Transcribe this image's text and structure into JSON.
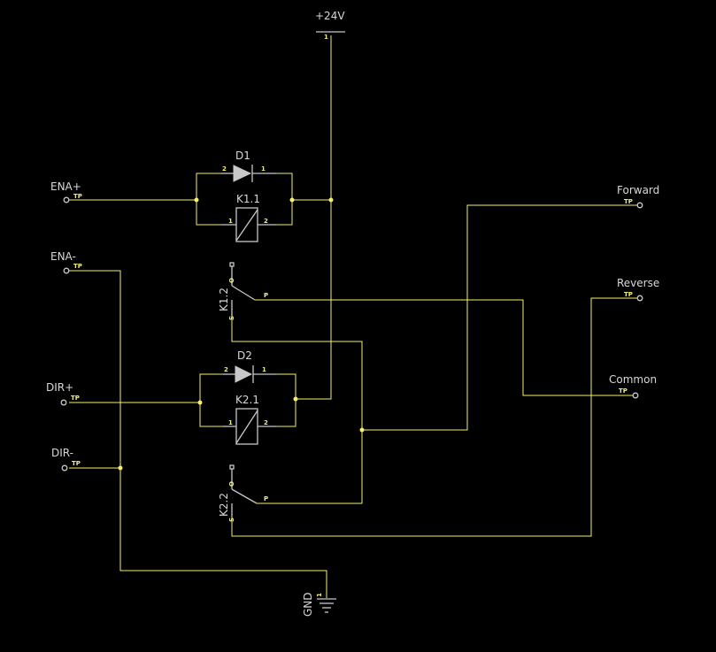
{
  "power": {
    "supply": "+24V",
    "supply_pin": "1",
    "ground": "GND",
    "ground_pin": "1"
  },
  "testpoints": [
    {
      "key": "ena_plus",
      "label": "ENA+",
      "tag": "TP"
    },
    {
      "key": "ena_minus",
      "label": "ENA-",
      "tag": "TP"
    },
    {
      "key": "dir_plus",
      "label": "DIR+",
      "tag": "TP"
    },
    {
      "key": "dir_minus",
      "label": "DIR-",
      "tag": "TP"
    },
    {
      "key": "forward",
      "label": "Forward",
      "tag": "TP"
    },
    {
      "key": "reverse",
      "label": "Reverse",
      "tag": "TP"
    },
    {
      "key": "common",
      "label": "Common",
      "tag": "TP"
    }
  ],
  "diodes": [
    {
      "ref": "D1",
      "pin_anode": "2",
      "pin_cathode": "1"
    },
    {
      "ref": "D2",
      "pin_anode": "2",
      "pin_cathode": "1"
    }
  ],
  "relay_coils": [
    {
      "ref": "K1.1",
      "pin_a": "1",
      "pin_b": "2"
    },
    {
      "ref": "K2.1",
      "pin_a": "1",
      "pin_b": "2"
    }
  ],
  "relay_contacts": [
    {
      "ref": "K1.2",
      "pin_o": "O",
      "pin_p": "P",
      "pin_s": "S"
    },
    {
      "ref": "K2.2",
      "pin_o": "O",
      "pin_p": "P",
      "pin_s": "S"
    }
  ]
}
